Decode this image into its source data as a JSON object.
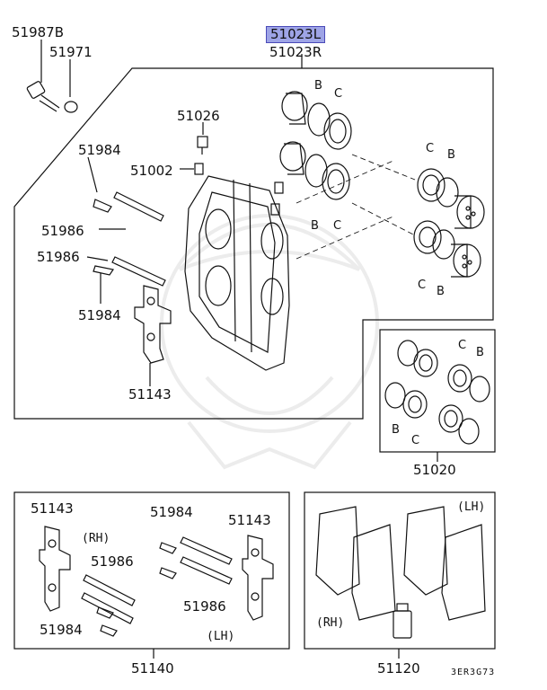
{
  "parts": {
    "p51023L": "51023L",
    "p51023R": "51023R",
    "p51987B": "51987B",
    "p51971": "51971",
    "p51026": "51026",
    "p51002": "51002",
    "p51984a": "51984",
    "p51986a": "51986",
    "p51986b": "51986",
    "p51984b": "51984",
    "p51143a": "51143",
    "p51020": "51020",
    "p51143b": "51143",
    "p51986c": "51986",
    "p51984c": "51984",
    "p51984d": "51984",
    "p51143c": "51143",
    "p51986d": "51986",
    "p51140": "51140",
    "p51120": "51120"
  },
  "letters": {
    "b": "B",
    "c": "C"
  },
  "sides": {
    "rh": "(RH)",
    "lh": "(LH)"
  },
  "diagram_code": "3ER3G73",
  "colors": {
    "line": "#111111",
    "highlight": "#9ea4e6",
    "watermark": "#ececec"
  }
}
